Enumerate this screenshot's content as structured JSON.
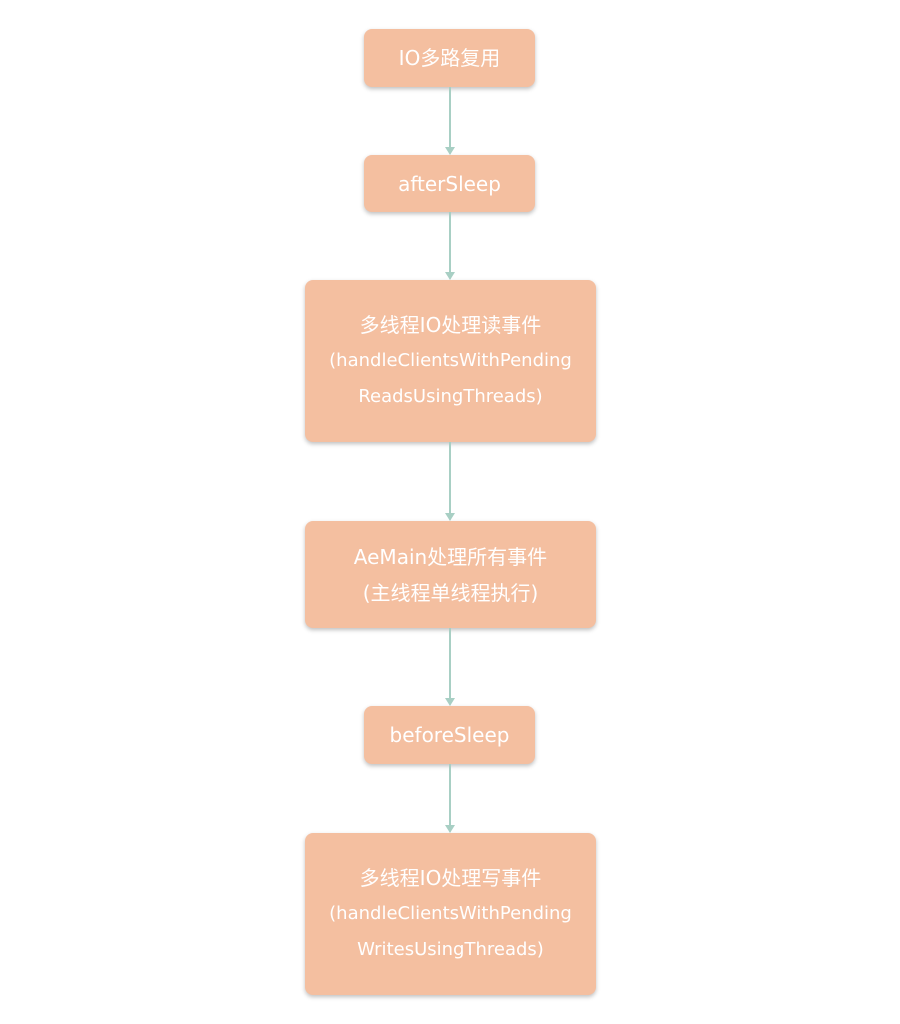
{
  "nodes": [
    {
      "lines": [
        "IO多路复用"
      ]
    },
    {
      "lines": [
        "afterSleep"
      ]
    },
    {
      "lines": [
        "多线程IO处理读事件",
        "(handleClientsWithPending",
        "ReadsUsingThreads)"
      ]
    },
    {
      "lines": [
        "AeMain处理所有事件",
        "(主线程单线程执行)"
      ]
    },
    {
      "lines": [
        "beforeSleep"
      ]
    },
    {
      "lines": [
        "多线程IO处理写事件",
        "(handleClientsWithPending",
        "WritesUsingThreads)"
      ]
    }
  ],
  "colors": {
    "node_fill": "#F4BFA0",
    "edge": "#A8CFC4",
    "text": "#FFFFFF"
  }
}
